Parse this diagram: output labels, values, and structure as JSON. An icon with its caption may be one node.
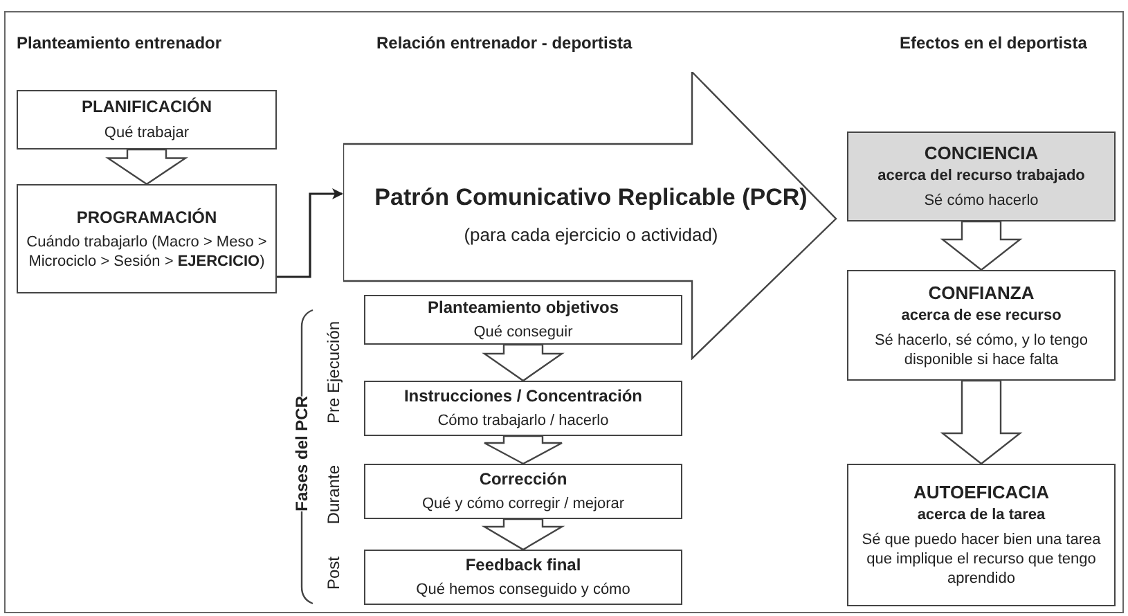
{
  "diagram": {
    "nodes": [
      {
        "text": [
          "PLANIFICACIÓN",
          "Qué trabajar"
        ]
      },
      {
        "text": [
          "PROGRAMACIÓN",
          "Cuándo trabajarlo (Macro > Meso > Microciclo > Sesión > **EJERCICIO**)"
        ]
      },
      {
        "text": [
          "Patrón Comunicativo Replicable (PCR)",
          "(para cada ejercicio o actividad)"
        ]
      },
      {
        "text": [
          "Planteamiento objetivos",
          "Qué conseguir"
        ]
      },
      {
        "text": [
          "Instrucciones / Concentración",
          "Cómo trabajarlo / hacerlo"
        ]
      },
      {
        "text": [
          "Corrección",
          "Qué y cómo corregir / mejorar"
        ]
      },
      {
        "text": [
          "Feedback final",
          "Qué hemos conseguido y cómo"
        ]
      },
      {
        "text": [
          "CONCIENCIA",
          "acerca del recurso trabajado",
          "Sé cómo hacerlo"
        ]
      },
      {
        "text": [
          "CONFIANZA",
          "acerca de ese recurso",
          "Sé hacerlo, sé cómo, y lo tengo disponible si hace falta"
        ]
      },
      {
        "text": [
          "AUTOEFICACIA",
          "acerca de la tarea",
          "Sé que puedo hacer bien una tarea que implique el recurso que tengo aprendido"
        ]
      }
    ],
    "edges": [
      {
        "from": 0,
        "to": 1,
        "arrow": "to"
      },
      {
        "from": 1,
        "to": 2,
        "arrow": "to"
      },
      {
        "from": 3,
        "to": 4,
        "arrow": "to"
      },
      {
        "from": 4,
        "to": 5,
        "arrow": "to"
      },
      {
        "from": 5,
        "to": 6,
        "arrow": "to"
      },
      {
        "from": 7,
        "to": 8,
        "arrow": "to"
      },
      {
        "from": 8,
        "to": 9,
        "arrow": "to"
      }
    ],
    "labels": [
      "Planteamiento entrenador",
      "Relación entrenador - deportista",
      "Efectos en el deportista",
      "Fases del PCR",
      "Pre Ejecución",
      "Durante",
      "Post"
    ]
  }
}
